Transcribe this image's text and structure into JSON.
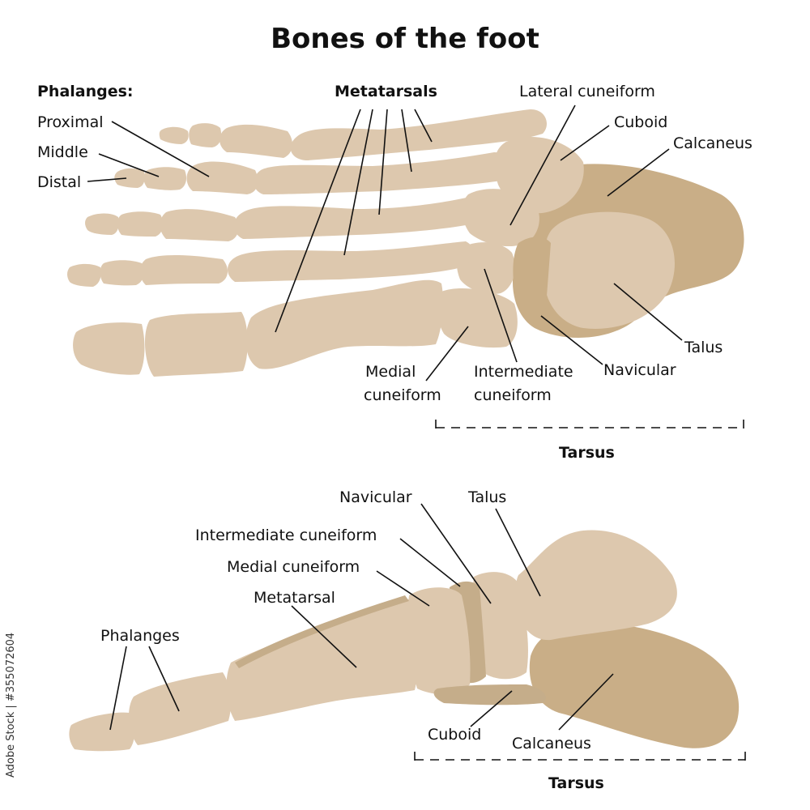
{
  "title": "Bones of the foot",
  "colors": {
    "bone": "#ddc8ae",
    "bone_dark": "#c5ad8a",
    "tarsal_dark": "#c9ae87",
    "line": "#111111"
  },
  "top_view": {
    "phalanges_heading": "Phalanges:",
    "proximal": "Proximal",
    "middle": "Middle",
    "distal": "Distal",
    "metatarsals": "Metatarsals",
    "lateral_cuneiform": "Lateral cuneiform",
    "cuboid": "Cuboid",
    "calcaneus": "Calcaneus",
    "talus": "Talus",
    "navicular": "Navicular",
    "intermediate_cuneiform_1": "Intermediate",
    "intermediate_cuneiform_2": "cuneiform",
    "medial_cuneiform_1": "Medial",
    "medial_cuneiform_2": "cuneiform",
    "tarsus": "Tarsus"
  },
  "side_view": {
    "navicular": "Navicular",
    "talus": "Talus",
    "intermediate_cuneiform": "Intermediate cuneiform",
    "medial_cuneiform": "Medial cuneiform",
    "metatarsal": "Metatarsal",
    "phalanges": "Phalanges",
    "cuboid": "Cuboid",
    "calcaneus": "Calcaneus",
    "tarsus": "Tarsus"
  },
  "stock_id": "Adobe Stock | #355072604"
}
